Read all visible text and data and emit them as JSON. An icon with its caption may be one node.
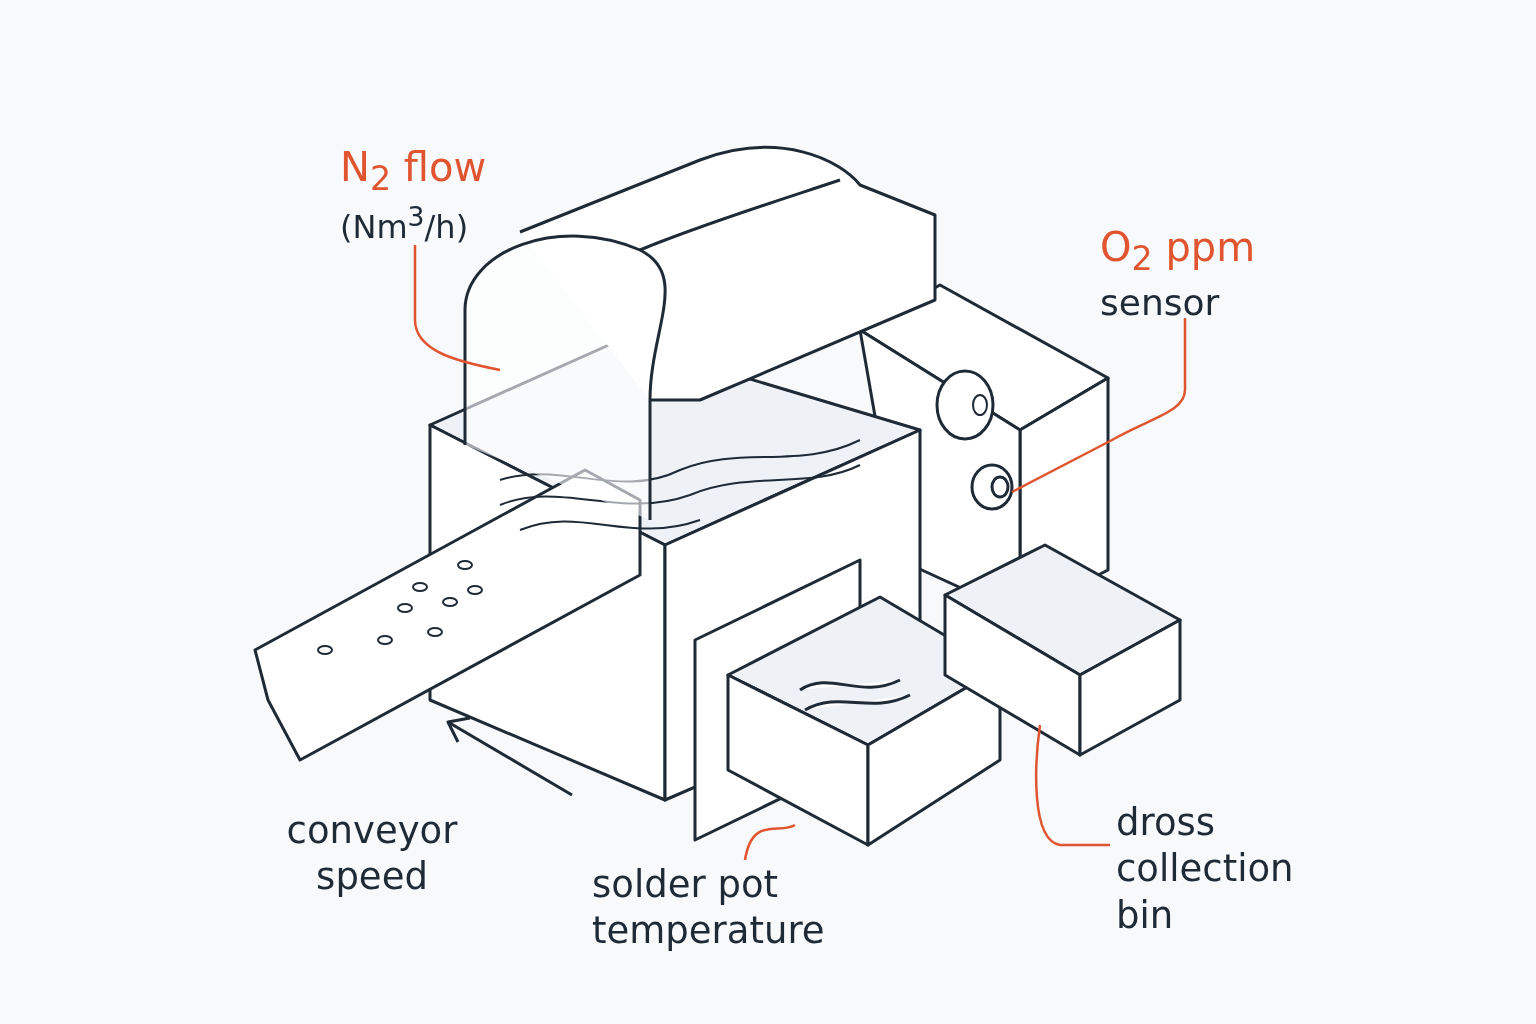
{
  "diagram": {
    "nodes": [
      {
        "text": [
          "N$_{2}$ flow",
          "(Nm$^{3}$/h)"
        ]
      },
      {
        "text": [],
        "shape": "picture"
      },
      {
        "text": [
          "O$_{2}$ ppm",
          "sensor"
        ]
      },
      {
        "text": [],
        "shape": "picture"
      },
      {
        "text": [
          "solder pot temperature"
        ]
      },
      {
        "text": [],
        "shape": "picture"
      },
      {
        "text": [
          "dross collection bin"
        ]
      },
      {
        "text": [],
        "shape": "picture"
      }
    ],
    "edges": [
      {
        "from": 0,
        "to": 1,
        "arrow": "none"
      },
      {
        "from": 2,
        "to": 3,
        "arrow": "none"
      },
      {
        "from": 4,
        "to": 5,
        "arrow": "none"
      },
      {
        "from": 6,
        "to": 7,
        "arrow": "none"
      }
    ],
    "labels": [
      "conveyor speed"
    ]
  }
}
